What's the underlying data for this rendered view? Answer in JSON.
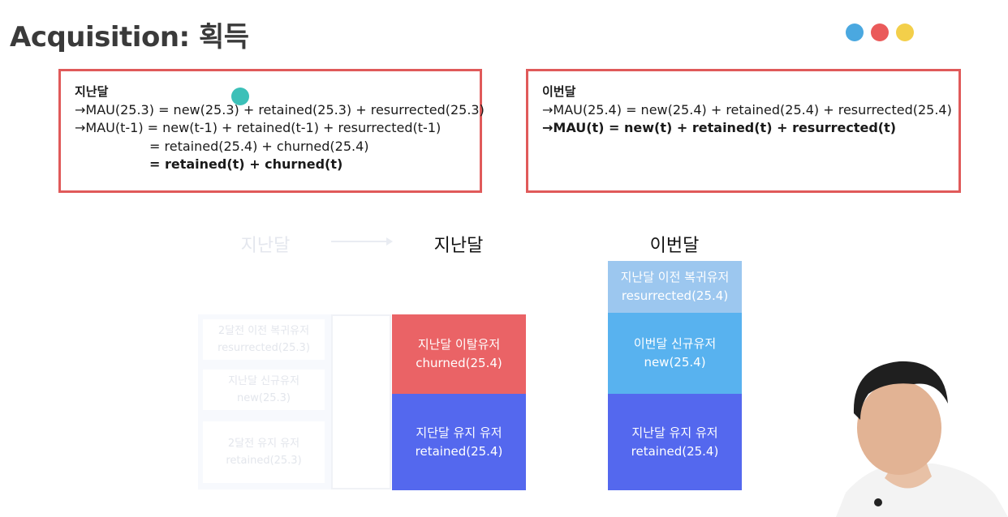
{
  "header": {
    "title": "Acquisition: 획득",
    "dots": [
      "#4aa8e0",
      "#ea5a5a",
      "#f3cf4a"
    ]
  },
  "box_last_month": {
    "heading": "지난달",
    "lines": [
      "→MAU(25.3) = new(25.3) + retained(25.3) + resurrected(25.3)",
      "→MAU(t-1) = new(t-1) + retained(t-1) + resurrected(t-1)",
      "= retained(25.4) + churned(25.4)",
      "= retained(t) + churned(t)"
    ]
  },
  "box_this_month": {
    "heading": "이번달",
    "lines": [
      "→MAU(25.4) = new(25.4) + retained(25.4) + resurrected(25.4)",
      "→MAU(t) = new(t) + retained(t) + resurrected(t)"
    ]
  },
  "diagram": {
    "label_faded": "지난달",
    "label_last": "지난달",
    "label_this": "이번달",
    "ghost_blocks": [
      {
        "title": "2달전 이전 복귀유저",
        "sub": "resurrected(25.3)"
      },
      {
        "title": "지난달 신규유저",
        "sub": "new(25.3)"
      },
      {
        "title": "2달전 유지 유저",
        "sub": "retained(25.3)"
      }
    ],
    "last_blocks": [
      {
        "title": "지난달 이탈유저",
        "sub": "churned(25.4)",
        "color": "#ea6366"
      },
      {
        "title": "지단달 유지 유저",
        "sub": "retained(25.4)",
        "color": "#5468ee"
      }
    ],
    "this_blocks": [
      {
        "title": "지난달 이전 복귀유저",
        "sub": "resurrected(25.4)",
        "color": "#9cc7ef"
      },
      {
        "title": "이번달 신규유저",
        "sub": "new(25.4)",
        "color": "#58b2ef"
      },
      {
        "title": "지난달 유지 유저",
        "sub": "retained(25.4)",
        "color": "#5468ee"
      }
    ]
  }
}
